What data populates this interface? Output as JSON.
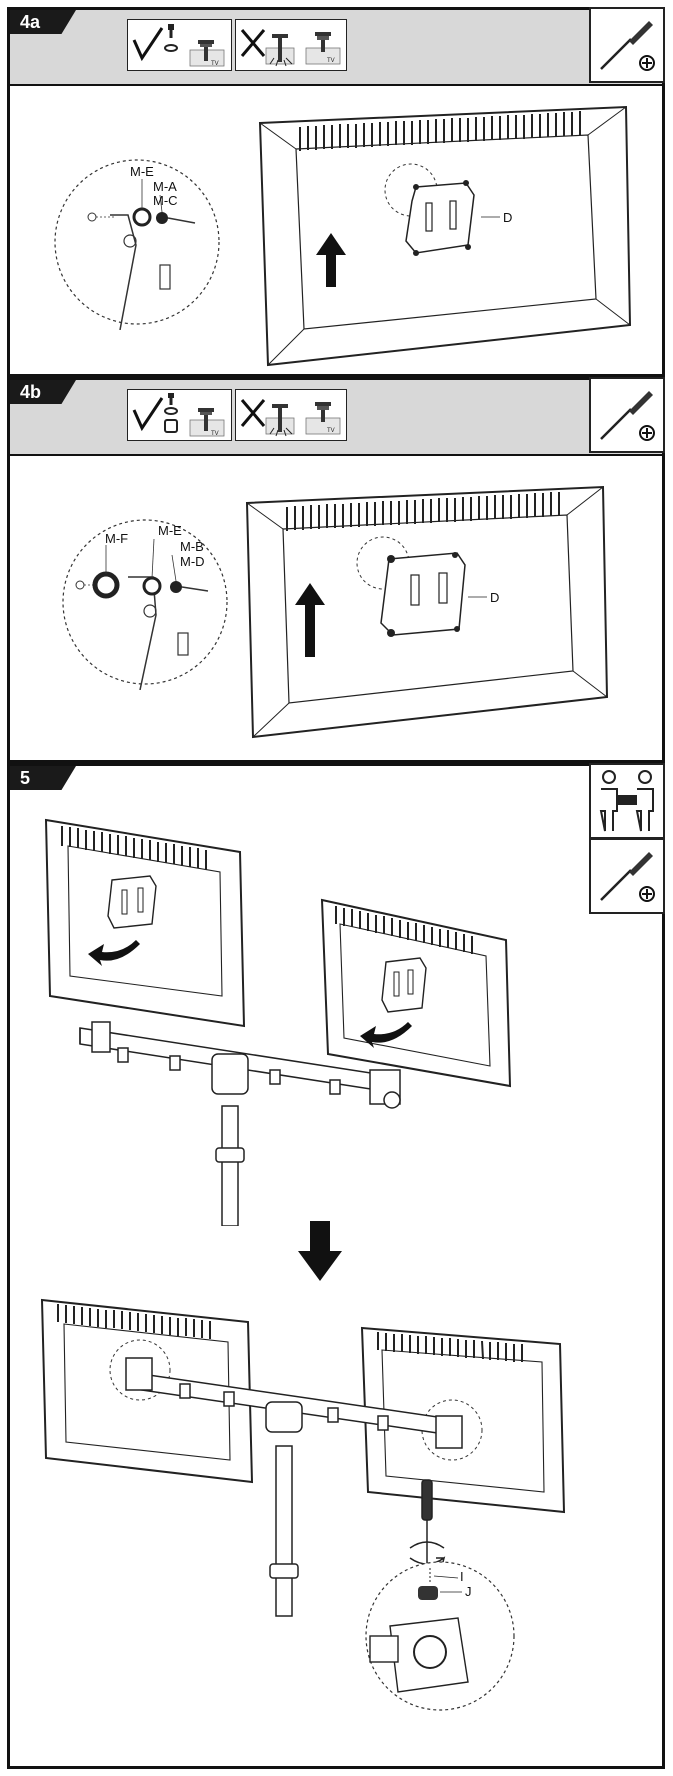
{
  "steps": {
    "s4a": {
      "label": "4a",
      "callouts": {
        "me": "M-E",
        "ma": "M-A",
        "mc": "M-C",
        "d": "D"
      }
    },
    "s4b": {
      "label": "4b",
      "callouts": {
        "mf": "M-F",
        "me": "M-E",
        "mb": "M-B",
        "md": "M-D",
        "d": "D"
      }
    },
    "s5": {
      "label": "5",
      "callouts": {
        "i": "I",
        "j": "J"
      }
    }
  },
  "icons": {
    "check": "check-mark-icon",
    "cross": "cross-mark-icon",
    "screwdriver": "phillips-screwdriver-icon",
    "two_people": "two-people-icon",
    "tv_badge": "TV"
  }
}
